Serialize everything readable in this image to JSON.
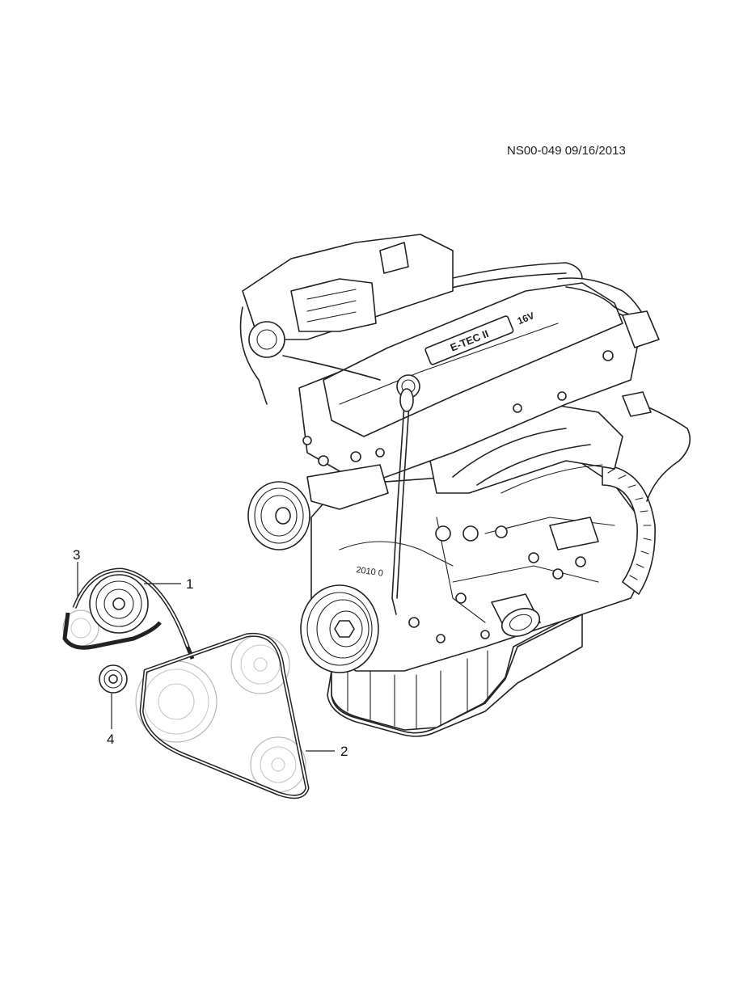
{
  "document": {
    "id_stamp": "NS00-049 09/16/2013"
  },
  "engine": {
    "cover_badge": "E-TEC II",
    "cover_badge_suffix": "16V",
    "casting_mark": "2010 0"
  },
  "callouts": [
    {
      "number": "1"
    },
    {
      "number": "2"
    },
    {
      "number": "3"
    },
    {
      "number": "4"
    }
  ]
}
